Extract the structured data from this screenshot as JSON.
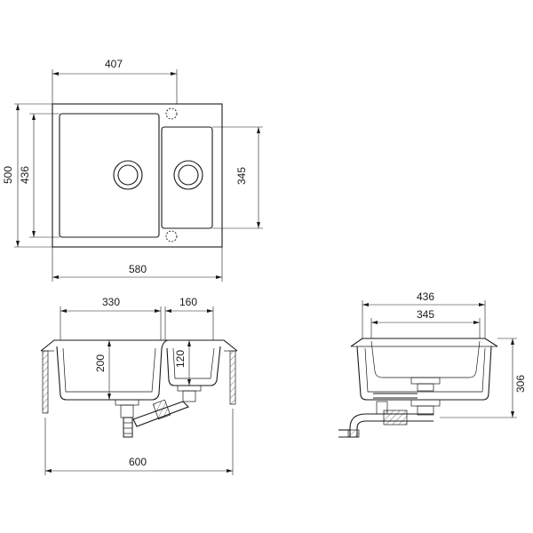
{
  "dimensions": {
    "top_view": {
      "bowl_width": "407",
      "overall_depth": "500",
      "bowl_depth": "436",
      "small_bowl_depth": "345",
      "overall_width": "580"
    },
    "front_view": {
      "large_bowl_width": "330",
      "small_bowl_width": "160",
      "large_bowl_depth": "200",
      "small_bowl_depth": "120",
      "overall_width": "600"
    },
    "side_view": {
      "overall_depth": "436",
      "bowl_depth": "345",
      "overall_height": "306"
    }
  }
}
